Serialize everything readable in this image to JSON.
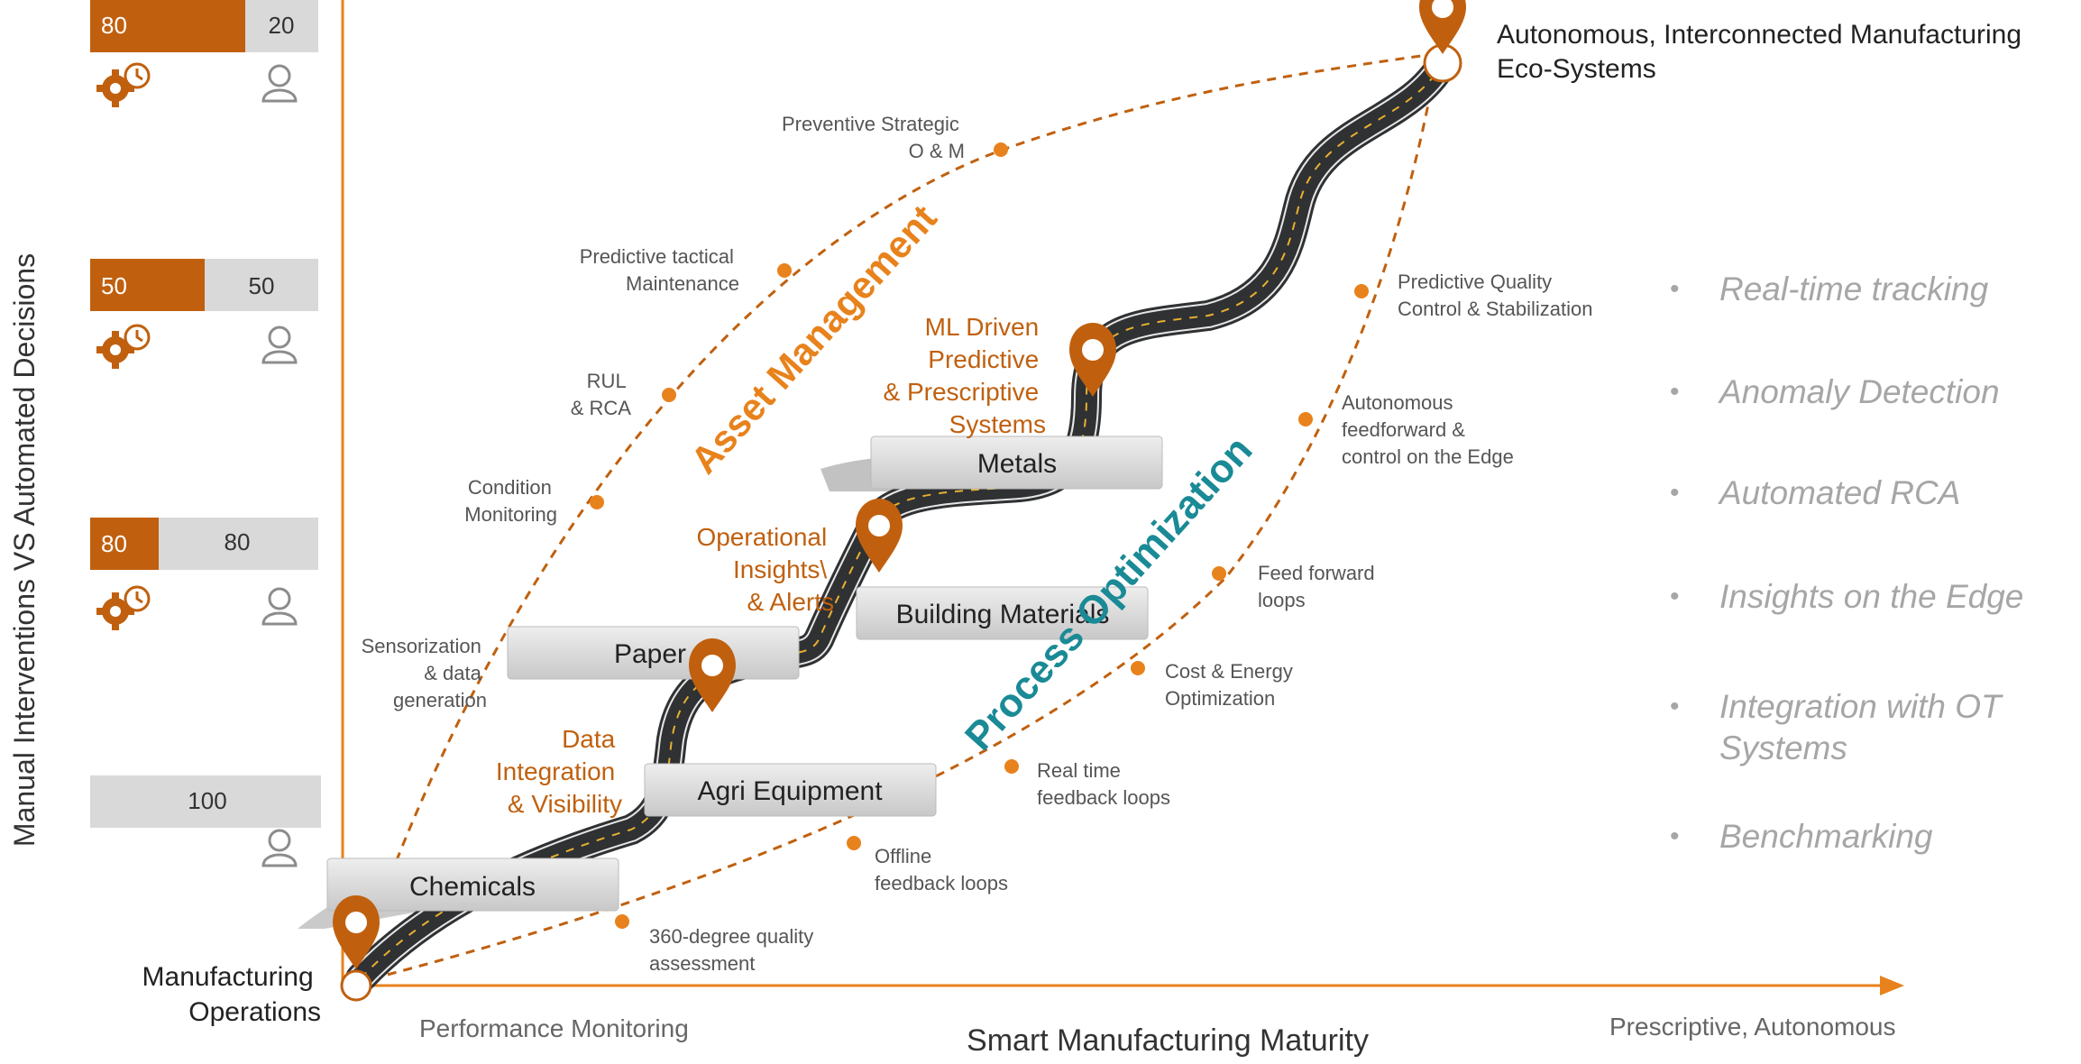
{
  "y_axis_label": "Manual Interventions VS Automated Decisions",
  "x_axis_label": "Smart Manufacturing Maturity",
  "x_left_label": "Performance Monitoring",
  "x_right_label": "Prescriptive,  Autonomous",
  "start_label": [
    "Manufacturing",
    "Operations"
  ],
  "end_label": [
    "Autonomous, Interconnected Manufacturing",
    "Eco-Systems"
  ],
  "asset_management_label": "Asset Management",
  "process_optimization_label": "Process Optimization",
  "ratio_bars": [
    {
      "automated": "80",
      "manual": "20",
      "automated_fraction": 0.68,
      "has_gear": true
    },
    {
      "automated": "50",
      "manual": "50",
      "automated_fraction": 0.5,
      "has_gear": true
    },
    {
      "automated": "80",
      "manual": "80",
      "automated_fraction": 0.3,
      "has_gear": true
    },
    {
      "automated": "",
      "manual": "100",
      "automated_fraction": 0.0,
      "has_gear": false
    }
  ],
  "industries": [
    "Chemicals",
    "Agri Equipment",
    "Paper",
    "Building Materials",
    "Metals"
  ],
  "road_milestones": [
    [
      "Data",
      "Integration",
      "& Visibility"
    ],
    [
      "Operational",
      "Insights\\",
      "& Alerts"
    ],
    [
      "ML Driven",
      "Predictive",
      "& Prescriptive",
      "Systems"
    ]
  ],
  "asset_curve_points": [
    [
      "Sensorization",
      "& data",
      "generation"
    ],
    [
      "Condition",
      "Monitoring"
    ],
    [
      "RUL",
      "& RCA"
    ],
    [
      "Predictive tactical",
      "Maintenance"
    ],
    [
      "Preventive Strategic",
      "O & M"
    ]
  ],
  "process_curve_points": [
    [
      "360-degree quality",
      "assessment"
    ],
    [
      "Offline",
      "feedback loops"
    ],
    [
      "Real time",
      "feedback loops"
    ],
    [
      "Cost & Energy",
      "Optimization"
    ],
    [
      "Feed forward",
      "loops"
    ],
    [
      "Autonomous",
      "feedforward &",
      "control on the Edge"
    ],
    [
      "Predictive Quality",
      "Control & Stabilization"
    ]
  ],
  "capabilities": [
    [
      "Real-time tracking"
    ],
    [
      "Anomaly Detection"
    ],
    [
      "Automated RCA"
    ],
    [
      "Insights on the Edge"
    ],
    [
      "Integration with OT",
      "Systems"
    ],
    [
      "Benchmarking"
    ]
  ],
  "colors": {
    "accent_orange": "#c0600f",
    "bright_orange": "#e8821c",
    "teal": "#1a8a96",
    "road": "#2f3133",
    "gray_box": "#d9d9d9",
    "capability_text": "#a6a6a6"
  },
  "icons": [
    "gear-clock-icon",
    "person-icon",
    "map-pin-icon",
    "axis-arrow-icon"
  ]
}
